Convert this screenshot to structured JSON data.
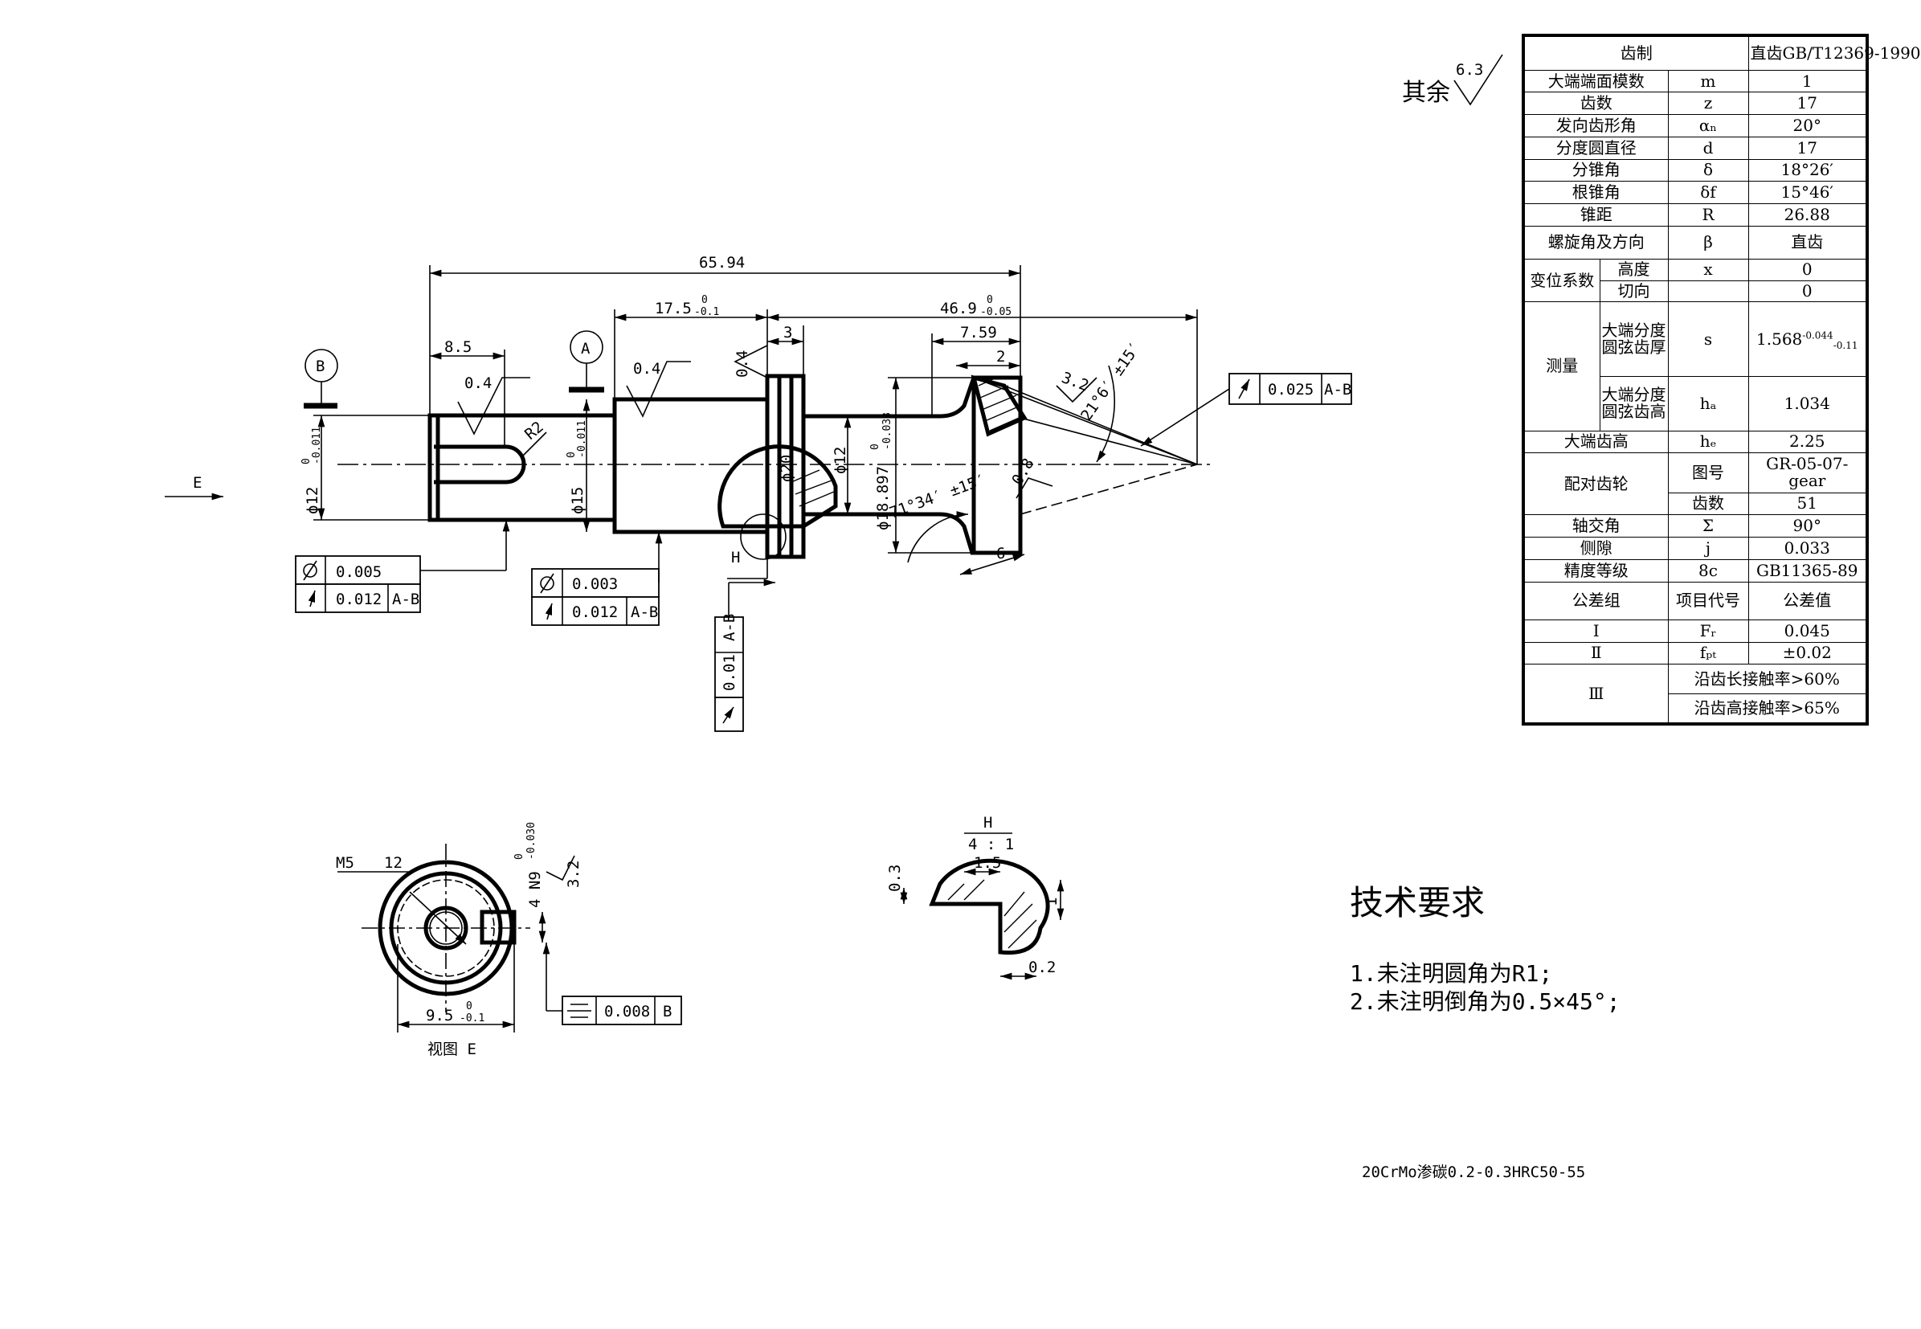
{
  "drawing": {
    "surface_note": {
      "label": "其余",
      "roughness": "6.3"
    },
    "datums": {
      "a": "A",
      "b": "B"
    },
    "view_labels": {
      "arrow_e": "E",
      "view_e": "视图 E",
      "detail_h": "H",
      "detail_scale": "4 : 1",
      "section_h": "H"
    },
    "dimensions": {
      "overall_length": "65.94",
      "length_17_5": "17.5",
      "length_46_9": "46.9",
      "tol_upper_0": "0",
      "tol_minus_01": "-0.1",
      "tol_minus_005": "-0.05",
      "length_8_5": "8.5",
      "length_3": "3",
      "length_7_59": "7.59",
      "length_2": "2",
      "length_6": "6",
      "radius_r2": "R2",
      "rough_04": "0.4",
      "rough_32": "3.2",
      "rough_08": "0.8",
      "dia_12_left": "ϕ12",
      "tol_minus_0011": "-0.011",
      "dia_15": "ϕ15",
      "dia_20": "ϕ20",
      "dia_12_mid": "ϕ12",
      "dia_18_897": "ϕ18.897",
      "tol_minus_0033": "-0.033",
      "angle_71": "71°34′ ±15′",
      "angle_21": "21°6′ ±15′",
      "runout_gear": "0.025",
      "ref_ab": "A-B",
      "circ_runout_1": "0.005",
      "runout_1": "0.012",
      "circ_runout_2": "0.003",
      "runout_2": "0.012",
      "runout_vertical": "0.01"
    },
    "view_e": {
      "thread": "M5",
      "thread_depth": "12",
      "keyway_width": "4 N9",
      "tol_minus_003": "-0.030",
      "rough": "3.2",
      "keyway_depth": "9.5",
      "tol_upper_0": "0",
      "tol_minus_01": "-0.1",
      "symmetry": "0.008",
      "datum": "B"
    },
    "detail_h": {
      "d_0_3": "0.3",
      "d_1_5": "1.5",
      "d_1": "1",
      "d_0_2": "0.2"
    }
  },
  "spec_table": {
    "rows": [
      {
        "c1": "齿制",
        "c2": "直齿GB/T12369-1990"
      },
      {
        "c1": "大端端面模数",
        "c2": "m",
        "c3": "1"
      },
      {
        "c1": "齿数",
        "c2": "z",
        "c3": "17"
      },
      {
        "c1": "发向齿形角",
        "c2": "αₙ",
        "c3": "20°"
      },
      {
        "c1": "分度圆直径",
        "c2": "d",
        "c3": "17"
      },
      {
        "c1": "分锥角",
        "c2": "δ",
        "c3": "18°26′"
      },
      {
        "c1": "根锥角",
        "c2": "δf",
        "c3": "15°46′"
      },
      {
        "c1": "锥距",
        "c2": "R",
        "c3": "26.88"
      },
      {
        "c1": "螺旋角及方向",
        "c2": "β",
        "c3": "直齿"
      },
      {
        "group": "变位系数",
        "c1": "高度",
        "c2": "x",
        "c3": "0"
      },
      {
        "c1": "切向",
        "c2": "",
        "c3": "0"
      },
      {
        "group": "测量",
        "c1": "大端分度圆弦齿厚",
        "c2": "s",
        "c3": "1.568",
        "tol_up": "-0.044",
        "tol_lo": "-0.11"
      },
      {
        "c1": "大端分度圆弦齿高",
        "c2": "hₐ",
        "c3": "1.034"
      },
      {
        "c1": "大端齿高",
        "c2": "hₑ",
        "c3": "2.25"
      },
      {
        "group": "配对齿轮",
        "c1": "图号",
        "c2": "GR-05-07-gear"
      },
      {
        "c1": "齿数",
        "c2": "51"
      },
      {
        "c1": "轴交角",
        "c2": "Σ",
        "c3": "90°"
      },
      {
        "c1": "侧隙",
        "c2": "j",
        "c3": "0.033"
      },
      {
        "c1": "精度等级",
        "c2": "8c",
        "c3": "GB11365-89"
      },
      {
        "c1": "公差组",
        "c2": "项目代号",
        "c3": "公差值"
      },
      {
        "c1": "Ⅰ",
        "c2": "Fᵣ",
        "c3": "0.045"
      },
      {
        "c1": "Ⅱ",
        "c2": "fₚₜ",
        "c3": "±0.02"
      },
      {
        "c1": "Ⅲ",
        "c2": "沿齿长接触率>60%"
      },
      {
        "c2": "沿齿高接触率>65%"
      }
    ]
  },
  "tech_requirements": {
    "title": "技术要求",
    "items": [
      "1.未注明圆角为R1;",
      "2.未注明倒角为0.5×45°;"
    ]
  },
  "material": "20CrMo渗碳0.2-0.3HRC50-55"
}
